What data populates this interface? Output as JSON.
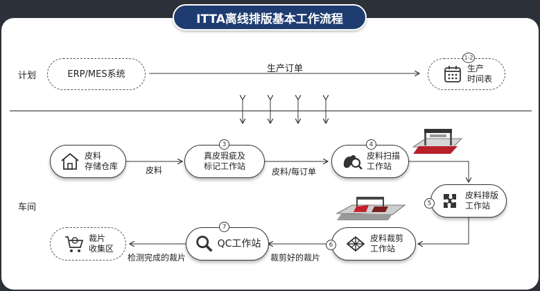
{
  "title": "ITTA离线排版基本工作流程",
  "lanes": {
    "plan": "计划",
    "shop": "车间"
  },
  "plan": {
    "erp": "ERP/MES系统",
    "order": "生产订单",
    "schedule_badge": "1-2",
    "schedule_l1": "生产",
    "schedule_l2": "时间表"
  },
  "nodes": {
    "warehouse": {
      "l1": "皮料",
      "l2": "存储仓库",
      "icon": "warehouse-icon"
    },
    "defect": {
      "badge": "3",
      "l1": "真皮瑕疵及",
      "l2": "标记工作站"
    },
    "scan": {
      "badge": "4",
      "l1": "皮料扫描",
      "l2": "工作站",
      "icon": "leather-scan-icon"
    },
    "nesting": {
      "badge": "5",
      "l1": "皮料排版",
      "l2": "工作站",
      "icon": "puzzle-icon"
    },
    "cutting": {
      "badge": "6",
      "l1": "皮料裁剪",
      "l2": "工作站",
      "icon": "cutting-icon"
    },
    "qc": {
      "badge": "7",
      "label": "QC工作站",
      "icon": "magnifier-icon"
    },
    "collect": {
      "l1": "裁片",
      "l2": "收集区",
      "icon": "cart-icon"
    }
  },
  "edges": {
    "leather": "皮料",
    "leather_order": "皮料/每订单",
    "cut_pieces": "裁剪好的裁片",
    "inspect": "检测完成的裁片"
  },
  "colors": {
    "title_bg": "#1f3c70",
    "background": "#2c3038",
    "accent_red": "#c8202a"
  }
}
